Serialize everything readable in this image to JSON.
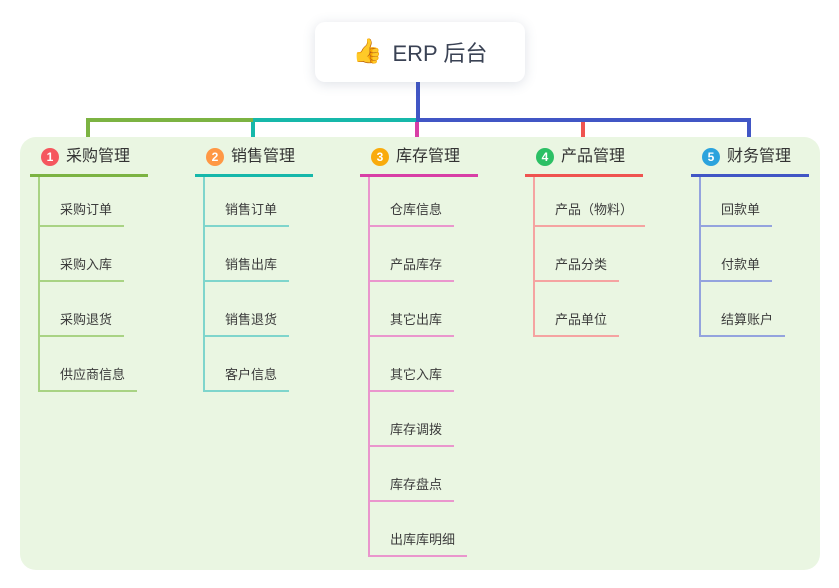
{
  "root": {
    "icon": "👍",
    "label": "ERP 后台"
  },
  "colors": {
    "page_bg": "#ffffff",
    "panel_bg": "#eaf6e2",
    "root_card_bg": "#ffffff",
    "root_connector": "#4156c5"
  },
  "branches": [
    {
      "num": "1",
      "title": "采购管理",
      "accent": "#7cb342",
      "line": "#a9d384",
      "badge": "#f5575e",
      "children": [
        "采购订单",
        "采购入库",
        "采购退货",
        "供应商信息"
      ]
    },
    {
      "num": "2",
      "title": "销售管理",
      "accent": "#16b8aa",
      "line": "#7fd5cc",
      "badge": "#ff9845",
      "children": [
        "销售订单",
        "销售出库",
        "销售退货",
        "客户信息"
      ]
    },
    {
      "num": "3",
      "title": "库存管理",
      "accent": "#d83fa6",
      "line": "#ea96cd",
      "badge": "#f9ab0c",
      "children": [
        "仓库信息",
        "产品库存",
        "其它出库",
        "其它入库",
        "库存调拨",
        "库存盘点",
        "出库库明细"
      ]
    },
    {
      "num": "4",
      "title": "产品管理",
      "accent": "#ef5350",
      "line": "#f5a3a1",
      "badge": "#2cc065",
      "children": [
        "产品（物料）",
        "产品分类",
        "产品单位"
      ]
    },
    {
      "num": "5",
      "title": "财务管理",
      "accent": "#4156c5",
      "line": "#94a3de",
      "badge": "#2ba3dd",
      "children": [
        "回款单",
        "付款单",
        "结算账户"
      ]
    }
  ]
}
